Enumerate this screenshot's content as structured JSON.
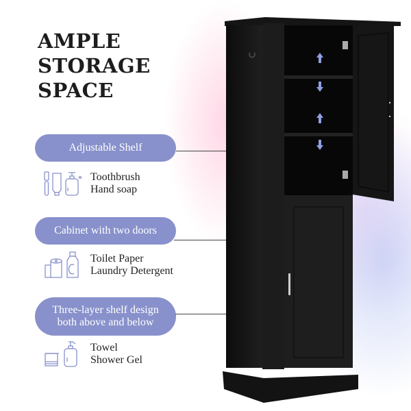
{
  "headline": [
    "AMPLE",
    "STORAGE",
    "SPACE"
  ],
  "colors": {
    "pill": "#8891cb",
    "icon_stroke": "#8891cb",
    "arrow": "#8f9fe0",
    "cabinet": "#1a1a1a",
    "headline_text": "#1d1d1d"
  },
  "features": [
    {
      "pill_lines": [
        "Adjustable Shelf"
      ],
      "items": [
        "Toothbrush",
        "Hand soap"
      ],
      "icons": [
        "toothbrush-icon",
        "toothpaste-tube-icon",
        "soap-dispenser-icon"
      ]
    },
    {
      "pill_lines": [
        "Cabinet with two doors"
      ],
      "items": [
        "Toilet Paper",
        "Laundry Detergent"
      ],
      "icons": [
        "toilet-paper-icon",
        "detergent-bottle-icon"
      ]
    },
    {
      "pill_lines": [
        "Three-layer shelf design",
        "both above and below"
      ],
      "items": [
        "Towel",
        "Shower Gel"
      ],
      "icons": [
        "towel-icon",
        "shower-gel-bottle-icon"
      ]
    }
  ],
  "product": {
    "name": "tall black bathroom storage cabinet",
    "arrows": [
      "up",
      "down",
      "up",
      "down"
    ]
  }
}
